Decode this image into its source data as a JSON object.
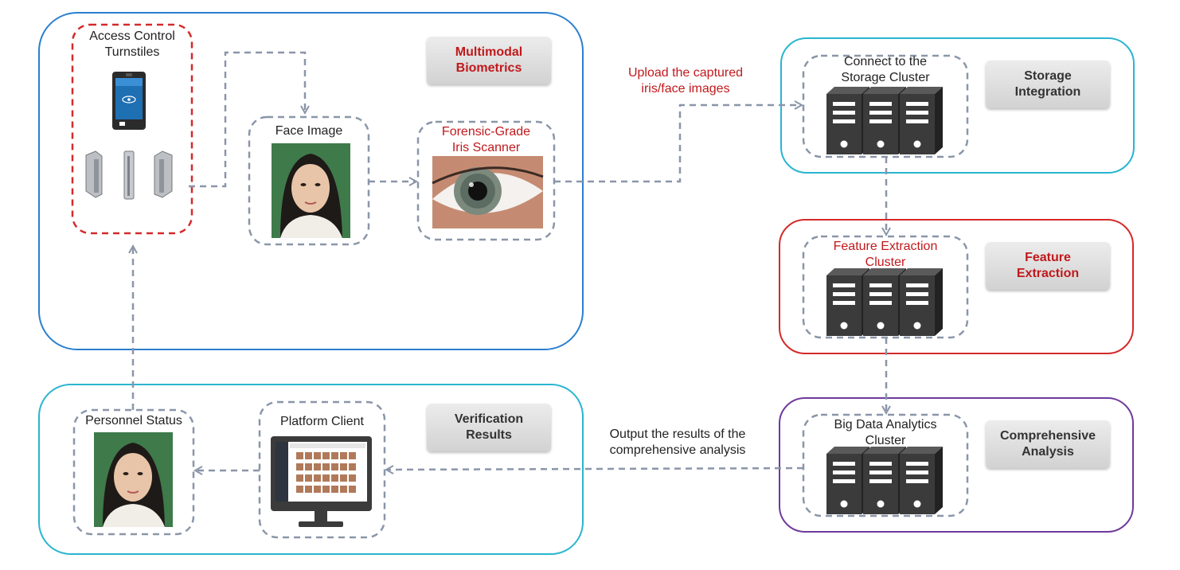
{
  "multimodal": {
    "badge": [
      "Multimodal",
      "Biometrics"
    ],
    "turnstiles_label": [
      "Access Control",
      "Turnstiles"
    ],
    "face_label": "Face Image",
    "iris_label": [
      "Forensic-Grade",
      "Iris Scanner"
    ]
  },
  "storage": {
    "cluster_label": [
      "Connect to the",
      "Storage Cluster"
    ],
    "badge": [
      "Storage",
      "Integration"
    ]
  },
  "feature": {
    "cluster_label": [
      "Feature Extraction",
      "Cluster"
    ],
    "badge": [
      "Feature",
      "Extraction"
    ]
  },
  "analysis": {
    "cluster_label": [
      "Big Data Analytics",
      "Cluster"
    ],
    "badge": [
      "Comprehensive",
      "Analysis"
    ]
  },
  "verification": {
    "badge": [
      "Verification",
      "Results"
    ],
    "personnel_label": "Personnel Status",
    "platform_label": "Platform Client"
  },
  "edges": {
    "upload_label": [
      "Upload the captured",
      "iris/face images"
    ],
    "output_label": [
      "Output the results of the",
      "comprehensive analysis"
    ]
  },
  "colors": {
    "blue_frame": "#2a7fd0",
    "cyan_frame": "#29b5d0",
    "red_frame": "#d42a2a",
    "purple_frame": "#6f3a9c",
    "dashed_gray": "#8a96a8",
    "accent_red": "#c0191c",
    "server_dark": "#3b3b3b"
  }
}
